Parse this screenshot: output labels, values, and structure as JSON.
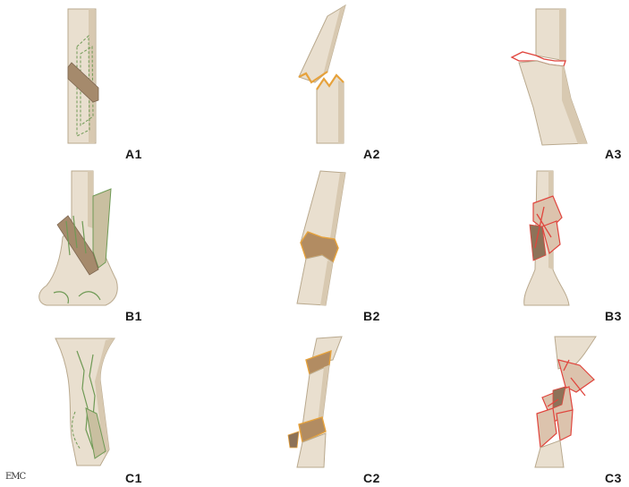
{
  "figure": {
    "logo": "EMC",
    "panels": [
      {
        "id": "A1",
        "label": "A1"
      },
      {
        "id": "A2",
        "label": "A2"
      },
      {
        "id": "A3",
        "label": "A3"
      },
      {
        "id": "B1",
        "label": "B1"
      },
      {
        "id": "B2",
        "label": "B2"
      },
      {
        "id": "B3",
        "label": "B3"
      },
      {
        "id": "C1",
        "label": "C1"
      },
      {
        "id": "C2",
        "label": "C2"
      },
      {
        "id": "C3",
        "label": "C3"
      }
    ]
  }
}
